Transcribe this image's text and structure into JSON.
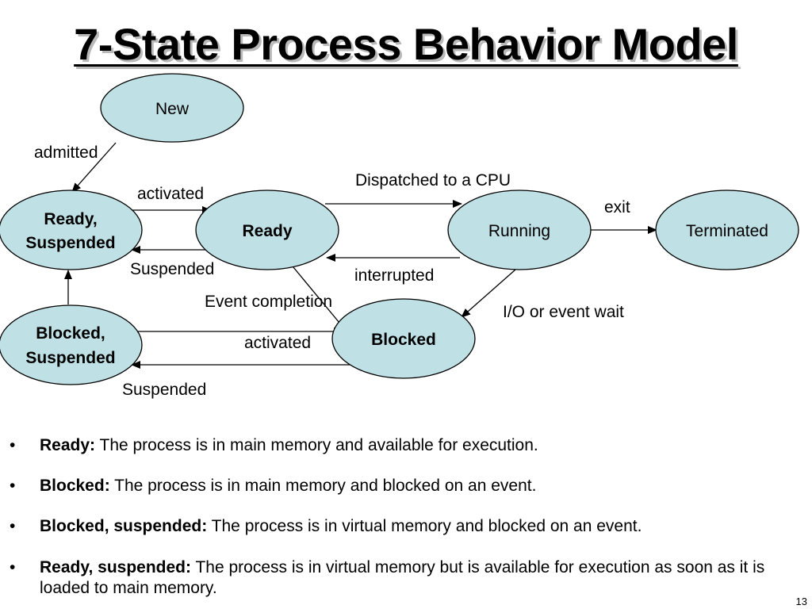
{
  "title": "7-State Process Behavior Model",
  "colors": {
    "state_fill": "#bfe0e4",
    "stroke": "#000000",
    "title_shadow": "#b9b9b9"
  },
  "states": {
    "new": "New",
    "ready_suspended": [
      "Ready,",
      "Suspended"
    ],
    "ready": "Ready",
    "running": "Running",
    "terminated": "Terminated",
    "blocked_suspended": [
      "Blocked,",
      "Suspended"
    ],
    "blocked": "Blocked"
  },
  "transitions": {
    "admitted": "admitted",
    "activated_top": "activated",
    "suspended_top": "Suspended",
    "dispatched": "Dispatched to a CPU",
    "interrupted": "interrupted",
    "exit": "exit",
    "event_completion": "Event completion",
    "io_wait": "I/O or event wait",
    "activated_bottom": "activated",
    "suspended_bottom": "Suspended"
  },
  "bullets": [
    {
      "term": "Ready:",
      "text": " The process is in main memory and available for execution."
    },
    {
      "term": "Blocked:",
      "text": " The process is in main memory and blocked on an event."
    },
    {
      "term": "Blocked, suspended:",
      "text": " The process is in virtual memory and blocked on an event."
    },
    {
      "term": "Ready, suspended:",
      "text": " The process is in virtual memory but is available for execution as soon as it is loaded to main memory."
    }
  ],
  "bullet_symbol": "•",
  "page_number": "13"
}
